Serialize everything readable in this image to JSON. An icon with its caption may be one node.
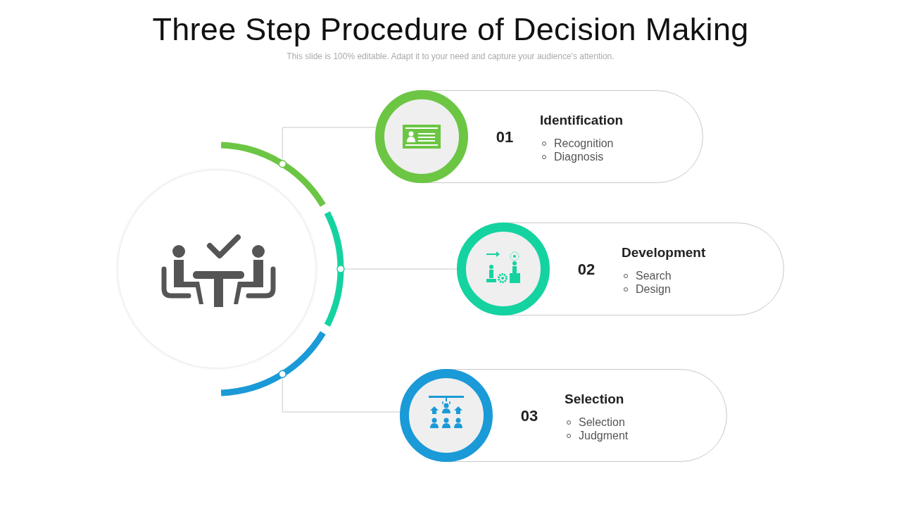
{
  "diagram": {
    "title": "Three Step Procedure of Decision Making",
    "caption": "This slide is 100% editable. Adapt it to your need and capture your audience's attention.",
    "nodes": [
      {
        "text": [],
        "shape": "circle"
      },
      {
        "text": [],
        "shape": "arc"
      },
      {
        "text": [],
        "shape": "arc"
      },
      {
        "text": [],
        "shape": "arc"
      },
      {
        "text": [
          "01",
          "Identification",
          "Recognition",
          "Diagnosis"
        ]
      },
      {
        "text": [
          "02",
          "Development",
          "Search",
          "Design"
        ]
      },
      {
        "text": [
          "03",
          "Selection",
          "Selection",
          "Judgment"
        ]
      }
    ],
    "edges": [
      {
        "from": 1,
        "to": 4,
        "arrow": "none"
      },
      {
        "from": 2,
        "to": 5,
        "arrow": "none"
      },
      {
        "from": 3,
        "to": 6,
        "arrow": "none"
      }
    ]
  }
}
